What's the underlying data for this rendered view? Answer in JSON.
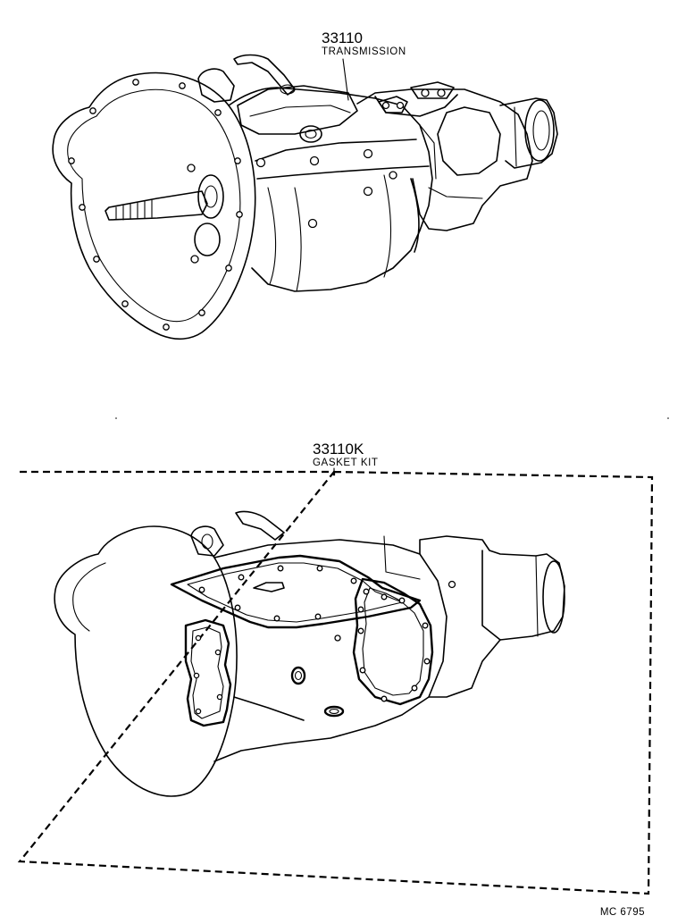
{
  "parts": [
    {
      "number": "33110",
      "name": "TRANSMISSION"
    },
    {
      "number": "33110K",
      "name": "GASKET KIT"
    }
  ],
  "figure_code": "MC 6795"
}
